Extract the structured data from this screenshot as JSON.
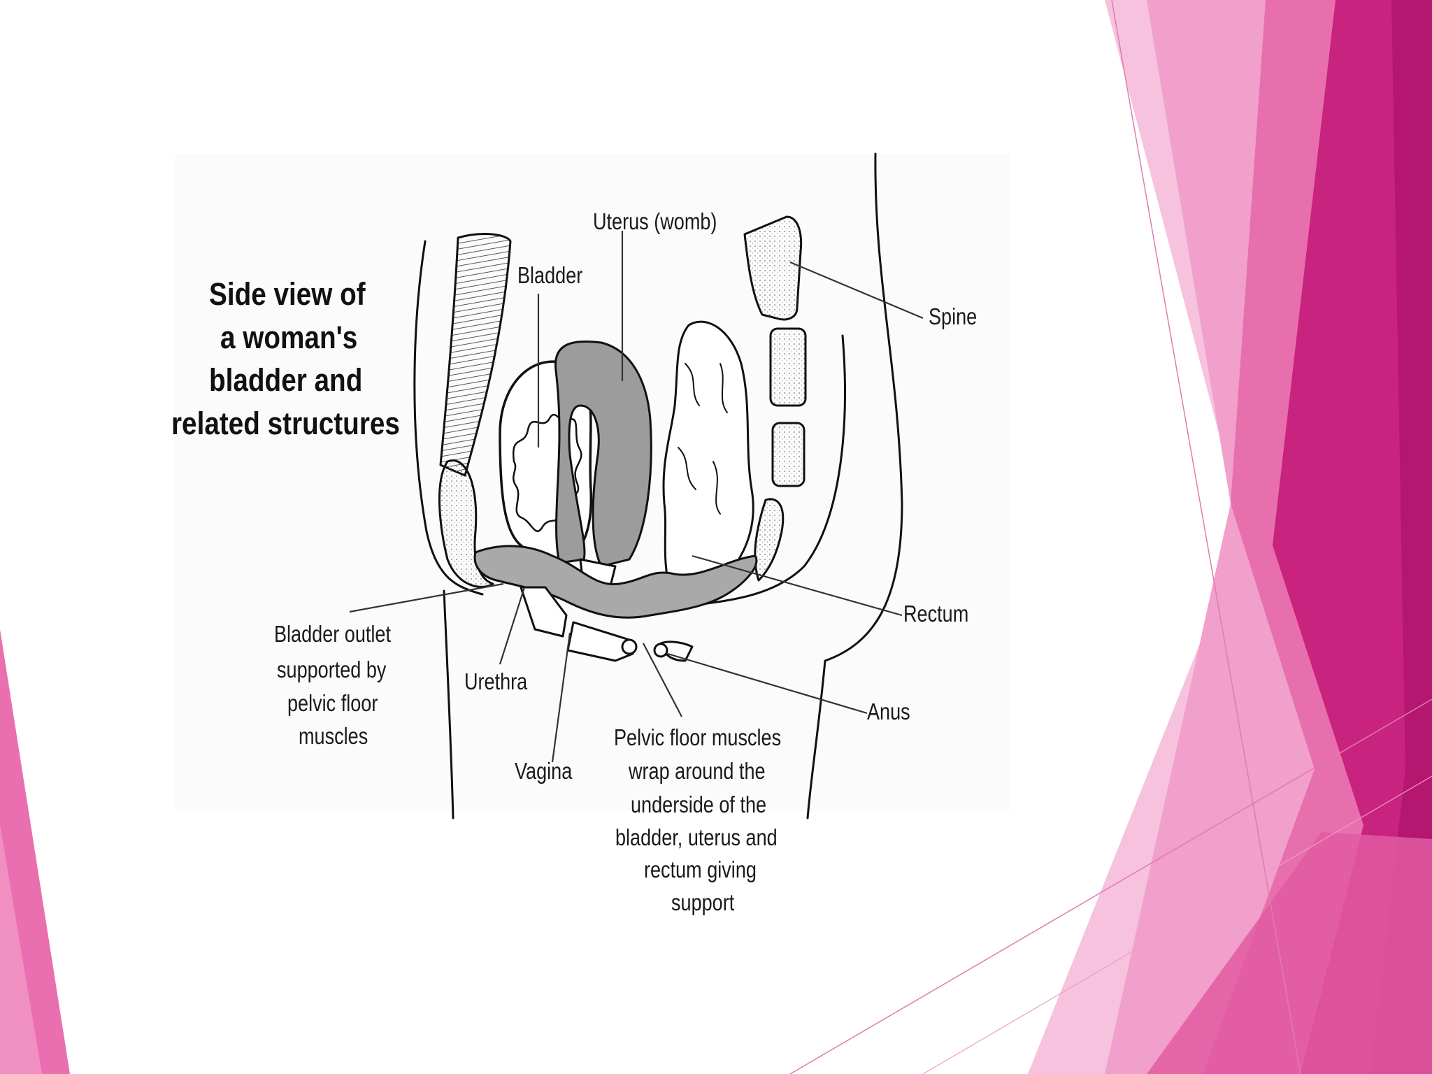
{
  "slide": {
    "theme_colors": {
      "magenta_dark": "#b8176f",
      "magenta": "#d9338f",
      "pink": "#ea6fb0",
      "pink_light": "#f3a6cf",
      "pink_pale": "#f9d3e7"
    }
  },
  "diagram": {
    "title_lines": [
      "Side view of",
      "a woman's",
      "bladder and",
      "related structures"
    ],
    "labels": {
      "uterus": "Uterus (womb)",
      "bladder": "Bladder",
      "spine": "Spine",
      "rectum": "Rectum",
      "anus": "Anus",
      "urethra": "Urethra",
      "vagina": "Vagina",
      "bladder_outlet": [
        "Bladder outlet",
        "supported by",
        "pelvic floor",
        "muscles"
      ],
      "pelvic_floor": [
        "Pelvic floor muscles",
        "wrap around the",
        "underside of the",
        "bladder, uterus and",
        "rectum giving",
        "support"
      ]
    }
  }
}
